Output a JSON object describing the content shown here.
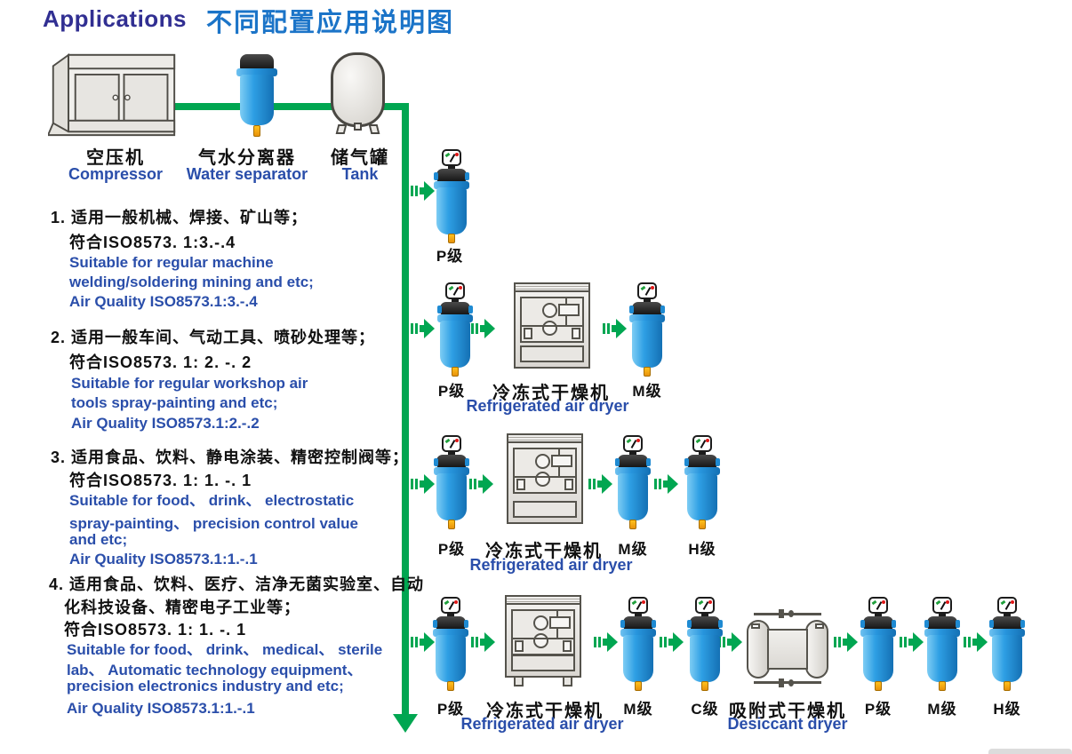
{
  "title": {
    "en": "Applications",
    "zh": "不同配置应用说明图"
  },
  "equipment": {
    "compressor_zh": "空压机",
    "compressor_en": "Compressor",
    "separator_zh": "气水分离器",
    "separator_en": "Water separator",
    "tank_zh": "储气罐",
    "tank_en": "Tank"
  },
  "notes": [
    {
      "zh": [
        "1. 适用一般机械、焊接、矿山等；",
        "符合ISO8573. 1:3.-.4"
      ],
      "en": [
        "Suitable for regular machine",
        "welding/soldering mining and etc;",
        "Air Quality ISO8573.1:3.-.4"
      ]
    },
    {
      "zh": [
        "2. 适用一般车间、气动工具、喷砂处理等；",
        "符合ISO8573. 1: 2. -. 2"
      ],
      "en": [
        "Suitable for regular workshop air",
        "tools spray-painting and etc;",
        "Air Quality ISO8573.1:2.-.2"
      ]
    },
    {
      "zh": [
        "3. 适用食品、饮料、静电涂装、精密控制阀等；",
        "符合ISO8573. 1: 1. -. 1"
      ],
      "en": [
        "Suitable for food、 drink、 electrostatic",
        "spray-painting、 precision control value",
        "and etc;",
        "Air Quality ISO8573.1:1.-.1"
      ]
    },
    {
      "zh": [
        "4. 适用食品、饮料、医疗、洁净无菌实验室、自动",
        "化科技设备、精密电子工业等；",
        "符合ISO8573. 1: 1. -. 1"
      ],
      "en": [
        "Suitable for food、 drink、 medical、 sterile",
        "lab、 Automatic technology equipment、",
        "precision electronics industry and etc;",
        "Air Quality ISO8573.1:1.-.1"
      ]
    }
  ],
  "rows": {
    "r1": {
      "p": "P级"
    },
    "r2": {
      "p": "P级",
      "dryer_zh": "冷冻式干燥机",
      "dryer_en": "Refrigerated air dryer",
      "m": "M级"
    },
    "r3": {
      "p": "P级",
      "dryer_zh": "冷冻式干燥机",
      "dryer_en": "Refrigerated air dryer",
      "m": "M级",
      "h": "H级"
    },
    "r4": {
      "p1": "P级",
      "dryer_zh": "冷冻式干燥机",
      "dryer_en": "Refrigerated air dryer",
      "m1": "M级",
      "c": "C级",
      "desiccant_zh": "吸附式干燥机",
      "desiccant_en": "Desiccant dryer",
      "p2": "P级",
      "m2": "M级",
      "h": "H级"
    }
  },
  "colors": {
    "flow_green": "#00a651",
    "filter_blue": "#2e9fe4",
    "title_en_blue": "#312f92",
    "title_zh_blue": "#1b74c8",
    "text_blue": "#2a4eaa",
    "text_black": "#111111",
    "drain_orange": "#f2a60a",
    "outline_gray": "#55534c"
  }
}
